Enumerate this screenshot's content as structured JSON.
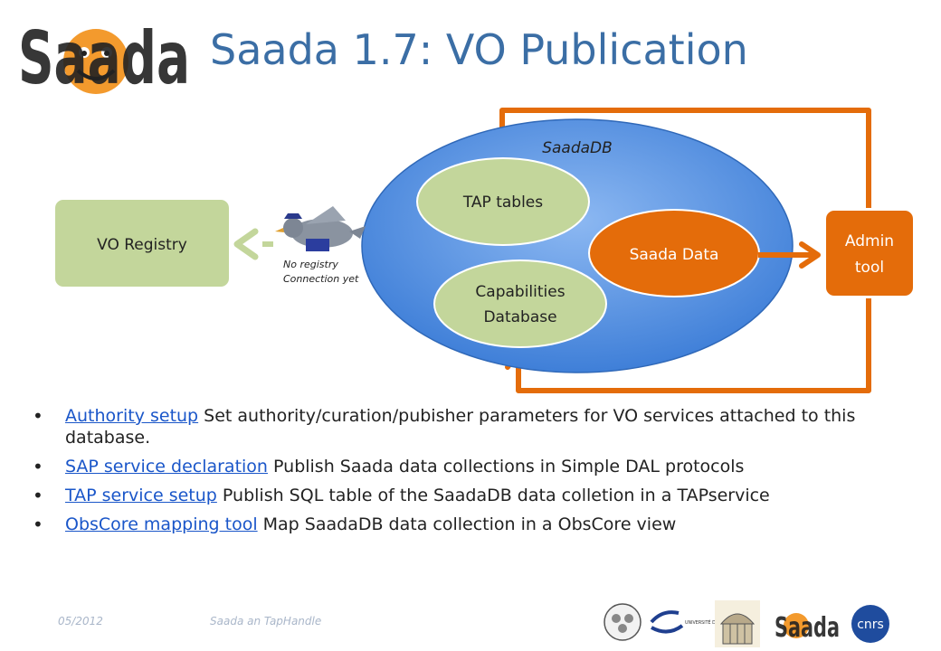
{
  "slide": {
    "title": "Saada 1.7: VO Publication",
    "logo_text": "Saada"
  },
  "diagram": {
    "saadadb_label": "SaadaDB",
    "tap_tables_label": "TAP tables",
    "saada_data_label": "Saada Data",
    "capabilities_line1": "Capabilities",
    "capabilities_line2": "Database",
    "vo_registry_label": "VO Registry",
    "admin_line1": "Admin",
    "admin_line2": "tool",
    "no_registry_line1": "No registry",
    "no_registry_line2": "Connection yet",
    "colors": {
      "green_node": "#c3d69b",
      "orange": "#e46c0a",
      "blue_ellipse": "#5a95e6",
      "title_blue": "#3b6ea5"
    }
  },
  "bullets": [
    {
      "link": "Authority setup",
      "text": " Set authority/curation/pubisher parameters for VO services attached to this database."
    },
    {
      "link": "SAP service declaration",
      "text": " Publish Saada data collections in Simple DAL protocols"
    },
    {
      "link": "TAP service setup",
      "text": " Publish SQL table of the SaadaDB data colletion in a TAPservice"
    },
    {
      "link": "ObsCore mapping tool",
      "text": " Map SaadaDB data collection in a ObsCore view"
    }
  ],
  "footer": {
    "date": "05/2012",
    "title": "Saada an TapHandle",
    "logos": [
      "observatory-seal",
      "universite-de-strasbourg",
      "observatory-building",
      "saada",
      "cnrs"
    ],
    "strasbourg_text": "UNIVERSITÉ DE STRASBOURG",
    "cnrs_text": "cnrs",
    "saada_text": "Saada"
  }
}
